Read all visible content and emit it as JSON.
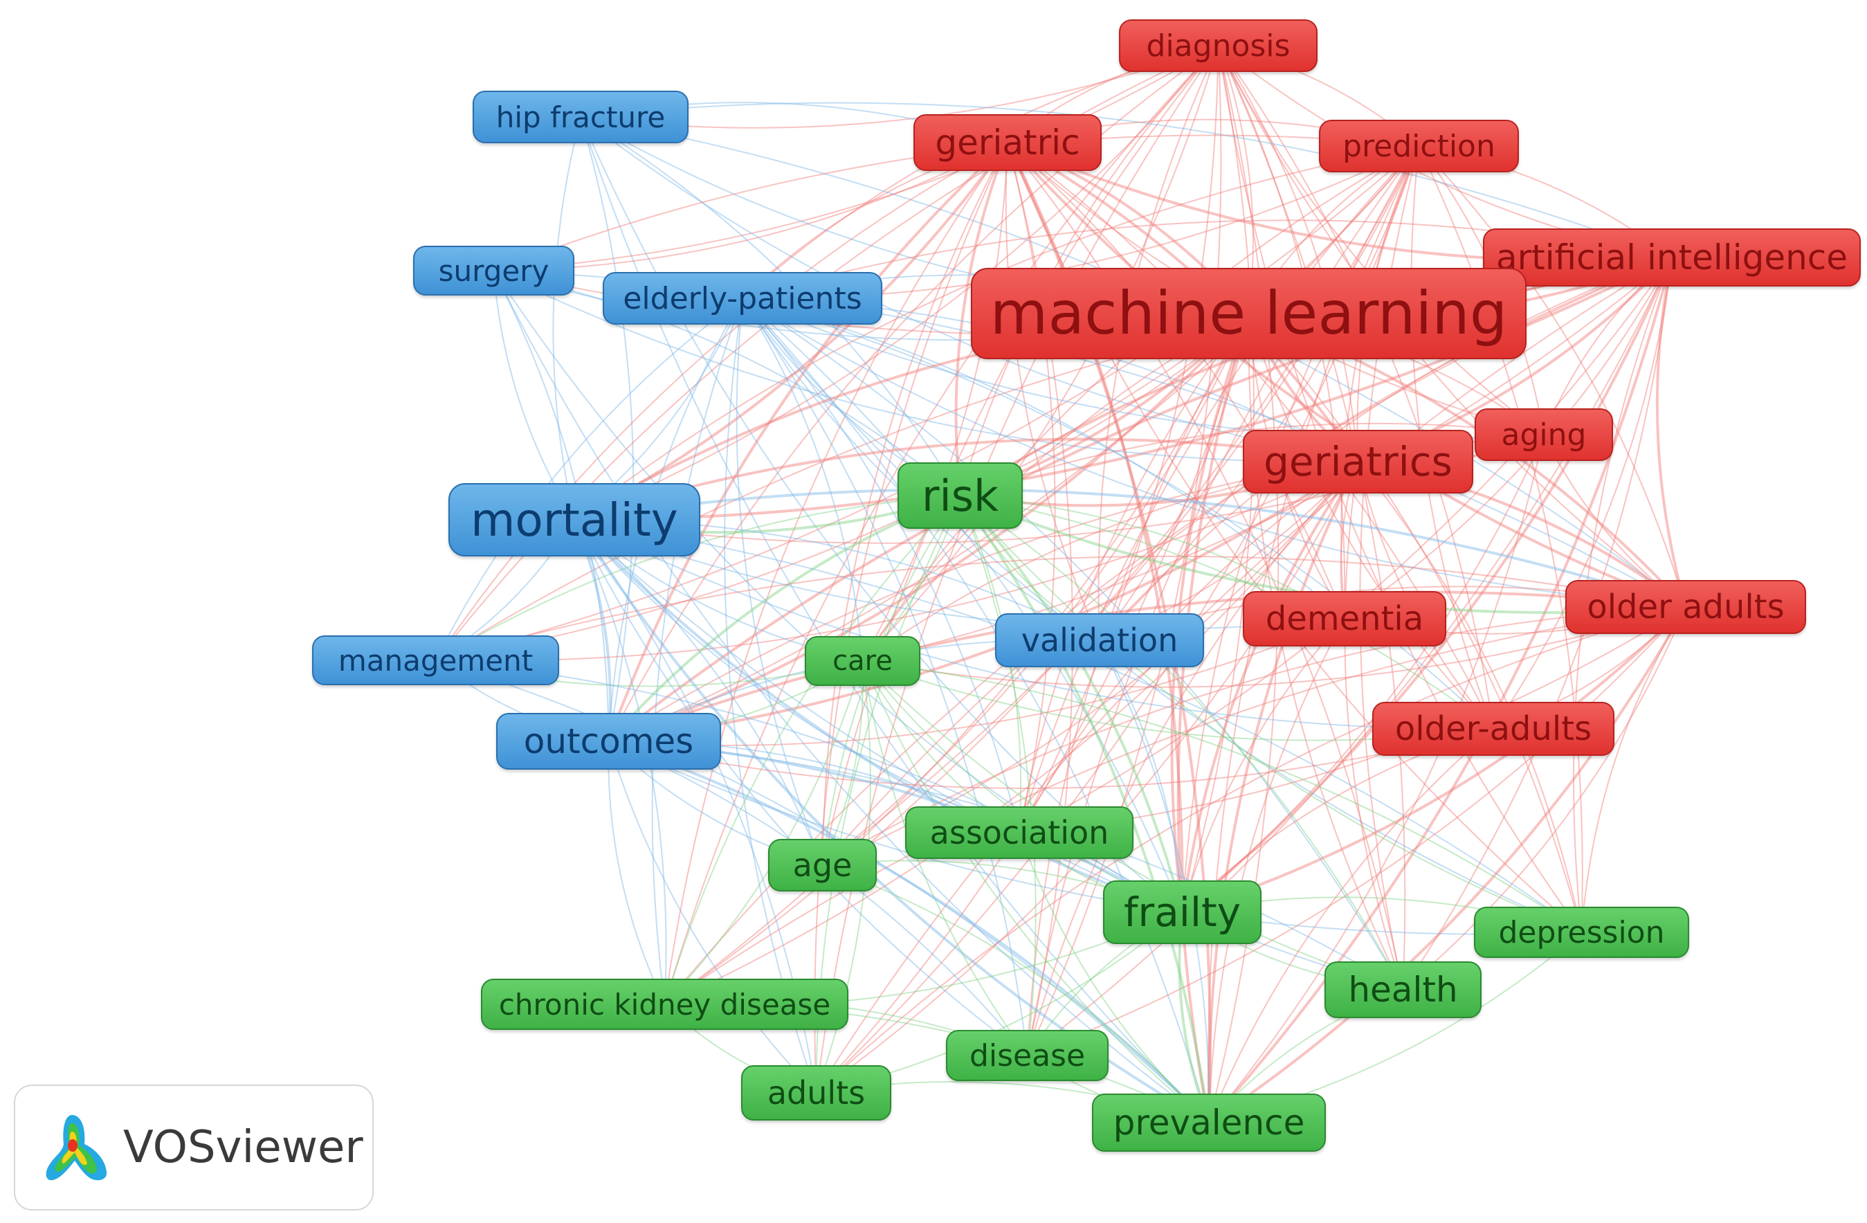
{
  "colors": {
    "red": "#e53935",
    "blue": "#4a9be0",
    "green": "#46b84c",
    "red_edge": "#f07a76",
    "blue_edge": "#7ab5e6",
    "green_edge": "#7fd083"
  },
  "logo": {
    "text": "VOSviewer",
    "icon": "vosviewer-density-logo"
  },
  "nodes": [
    {
      "id": "diagnosis",
      "label": "diagnosis",
      "cluster": "red"
    },
    {
      "id": "hip-fracture",
      "label": "hip fracture",
      "cluster": "blue"
    },
    {
      "id": "geriatric",
      "label": "geriatric",
      "cluster": "red"
    },
    {
      "id": "prediction",
      "label": "prediction",
      "cluster": "red"
    },
    {
      "id": "artificial-intelligence",
      "label": "artificial intelligence",
      "cluster": "red"
    },
    {
      "id": "surgery",
      "label": "surgery",
      "cluster": "blue"
    },
    {
      "id": "elderly-patients",
      "label": "elderly-patients",
      "cluster": "blue"
    },
    {
      "id": "machine-learning",
      "label": "machine learning",
      "cluster": "red"
    },
    {
      "id": "aging",
      "label": "aging",
      "cluster": "red"
    },
    {
      "id": "geriatrics",
      "label": "geriatrics",
      "cluster": "red"
    },
    {
      "id": "risk",
      "label": "risk",
      "cluster": "green"
    },
    {
      "id": "mortality",
      "label": "mortality",
      "cluster": "blue"
    },
    {
      "id": "older-adults-1",
      "label": "older adults",
      "cluster": "red"
    },
    {
      "id": "dementia",
      "label": "dementia",
      "cluster": "red"
    },
    {
      "id": "validation",
      "label": "validation",
      "cluster": "blue"
    },
    {
      "id": "care",
      "label": "care",
      "cluster": "green"
    },
    {
      "id": "management",
      "label": "management",
      "cluster": "blue"
    },
    {
      "id": "older-adults-2",
      "label": "older-adults",
      "cluster": "red"
    },
    {
      "id": "outcomes",
      "label": "outcomes",
      "cluster": "blue"
    },
    {
      "id": "association",
      "label": "association",
      "cluster": "green"
    },
    {
      "id": "age",
      "label": "age",
      "cluster": "green"
    },
    {
      "id": "frailty",
      "label": "frailty",
      "cluster": "green"
    },
    {
      "id": "depression",
      "label": "depression",
      "cluster": "green"
    },
    {
      "id": "health",
      "label": "health",
      "cluster": "green"
    },
    {
      "id": "chronic-kidney-disease",
      "label": "chronic kidney disease",
      "cluster": "green"
    },
    {
      "id": "disease",
      "label": "disease",
      "cluster": "green"
    },
    {
      "id": "adults",
      "label": "adults",
      "cluster": "green"
    },
    {
      "id": "prevalence",
      "label": "prevalence",
      "cluster": "green"
    }
  ]
}
